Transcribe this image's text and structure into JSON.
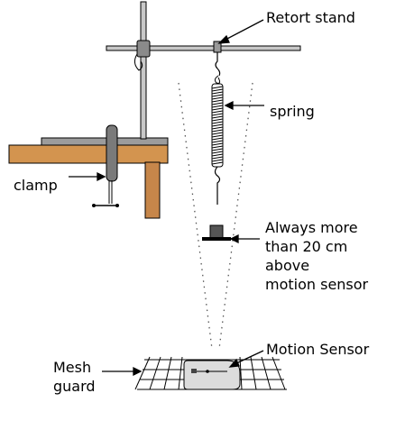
{
  "labels": {
    "retort_stand": "Retort stand",
    "spring": "spring",
    "clamp": "clamp",
    "distance_line1": "Always more",
    "distance_line2": "than 20 cm",
    "distance_line3": "above",
    "distance_line4": "motion sensor",
    "motion_sensor": "Motion Sensor",
    "mesh_guard_line1": "Mesh",
    "mesh_guard_line2": "guard"
  },
  "colors": {
    "bench_top": "#d3944f",
    "bench_leg": "#c6864a",
    "bench_slab": "#9c9c9c",
    "rod": "#c8c8c8",
    "clamp_body": "#7a7a7a",
    "mass": "#555555",
    "sensor": "#dcdcdc",
    "outline": "#000000"
  }
}
